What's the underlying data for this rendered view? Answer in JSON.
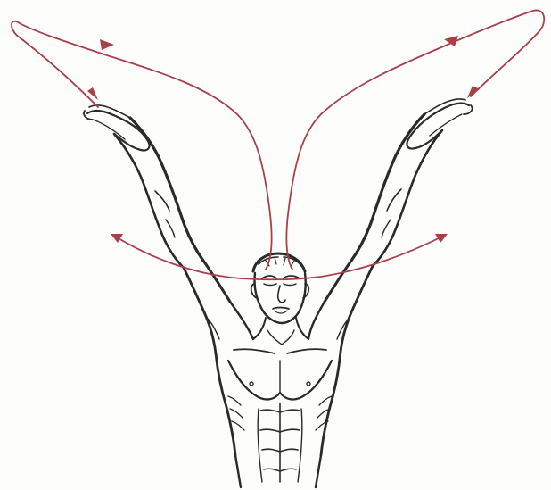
{
  "figure": {
    "subject": "swimmer-arms-raised",
    "view": "front",
    "motion_paths": [
      "left-arm-loop",
      "right-arm-loop",
      "left-sweep",
      "right-sweep"
    ],
    "motion_directions": {
      "left-arm-loop": "counter-clockwise",
      "right-arm-loop": "clockwise",
      "left-sweep": "outward",
      "right-sweep": "outward"
    },
    "colors": {
      "background": "#fdfdfb",
      "ink": "#2a2a2a",
      "motion": "#a8404a"
    }
  }
}
